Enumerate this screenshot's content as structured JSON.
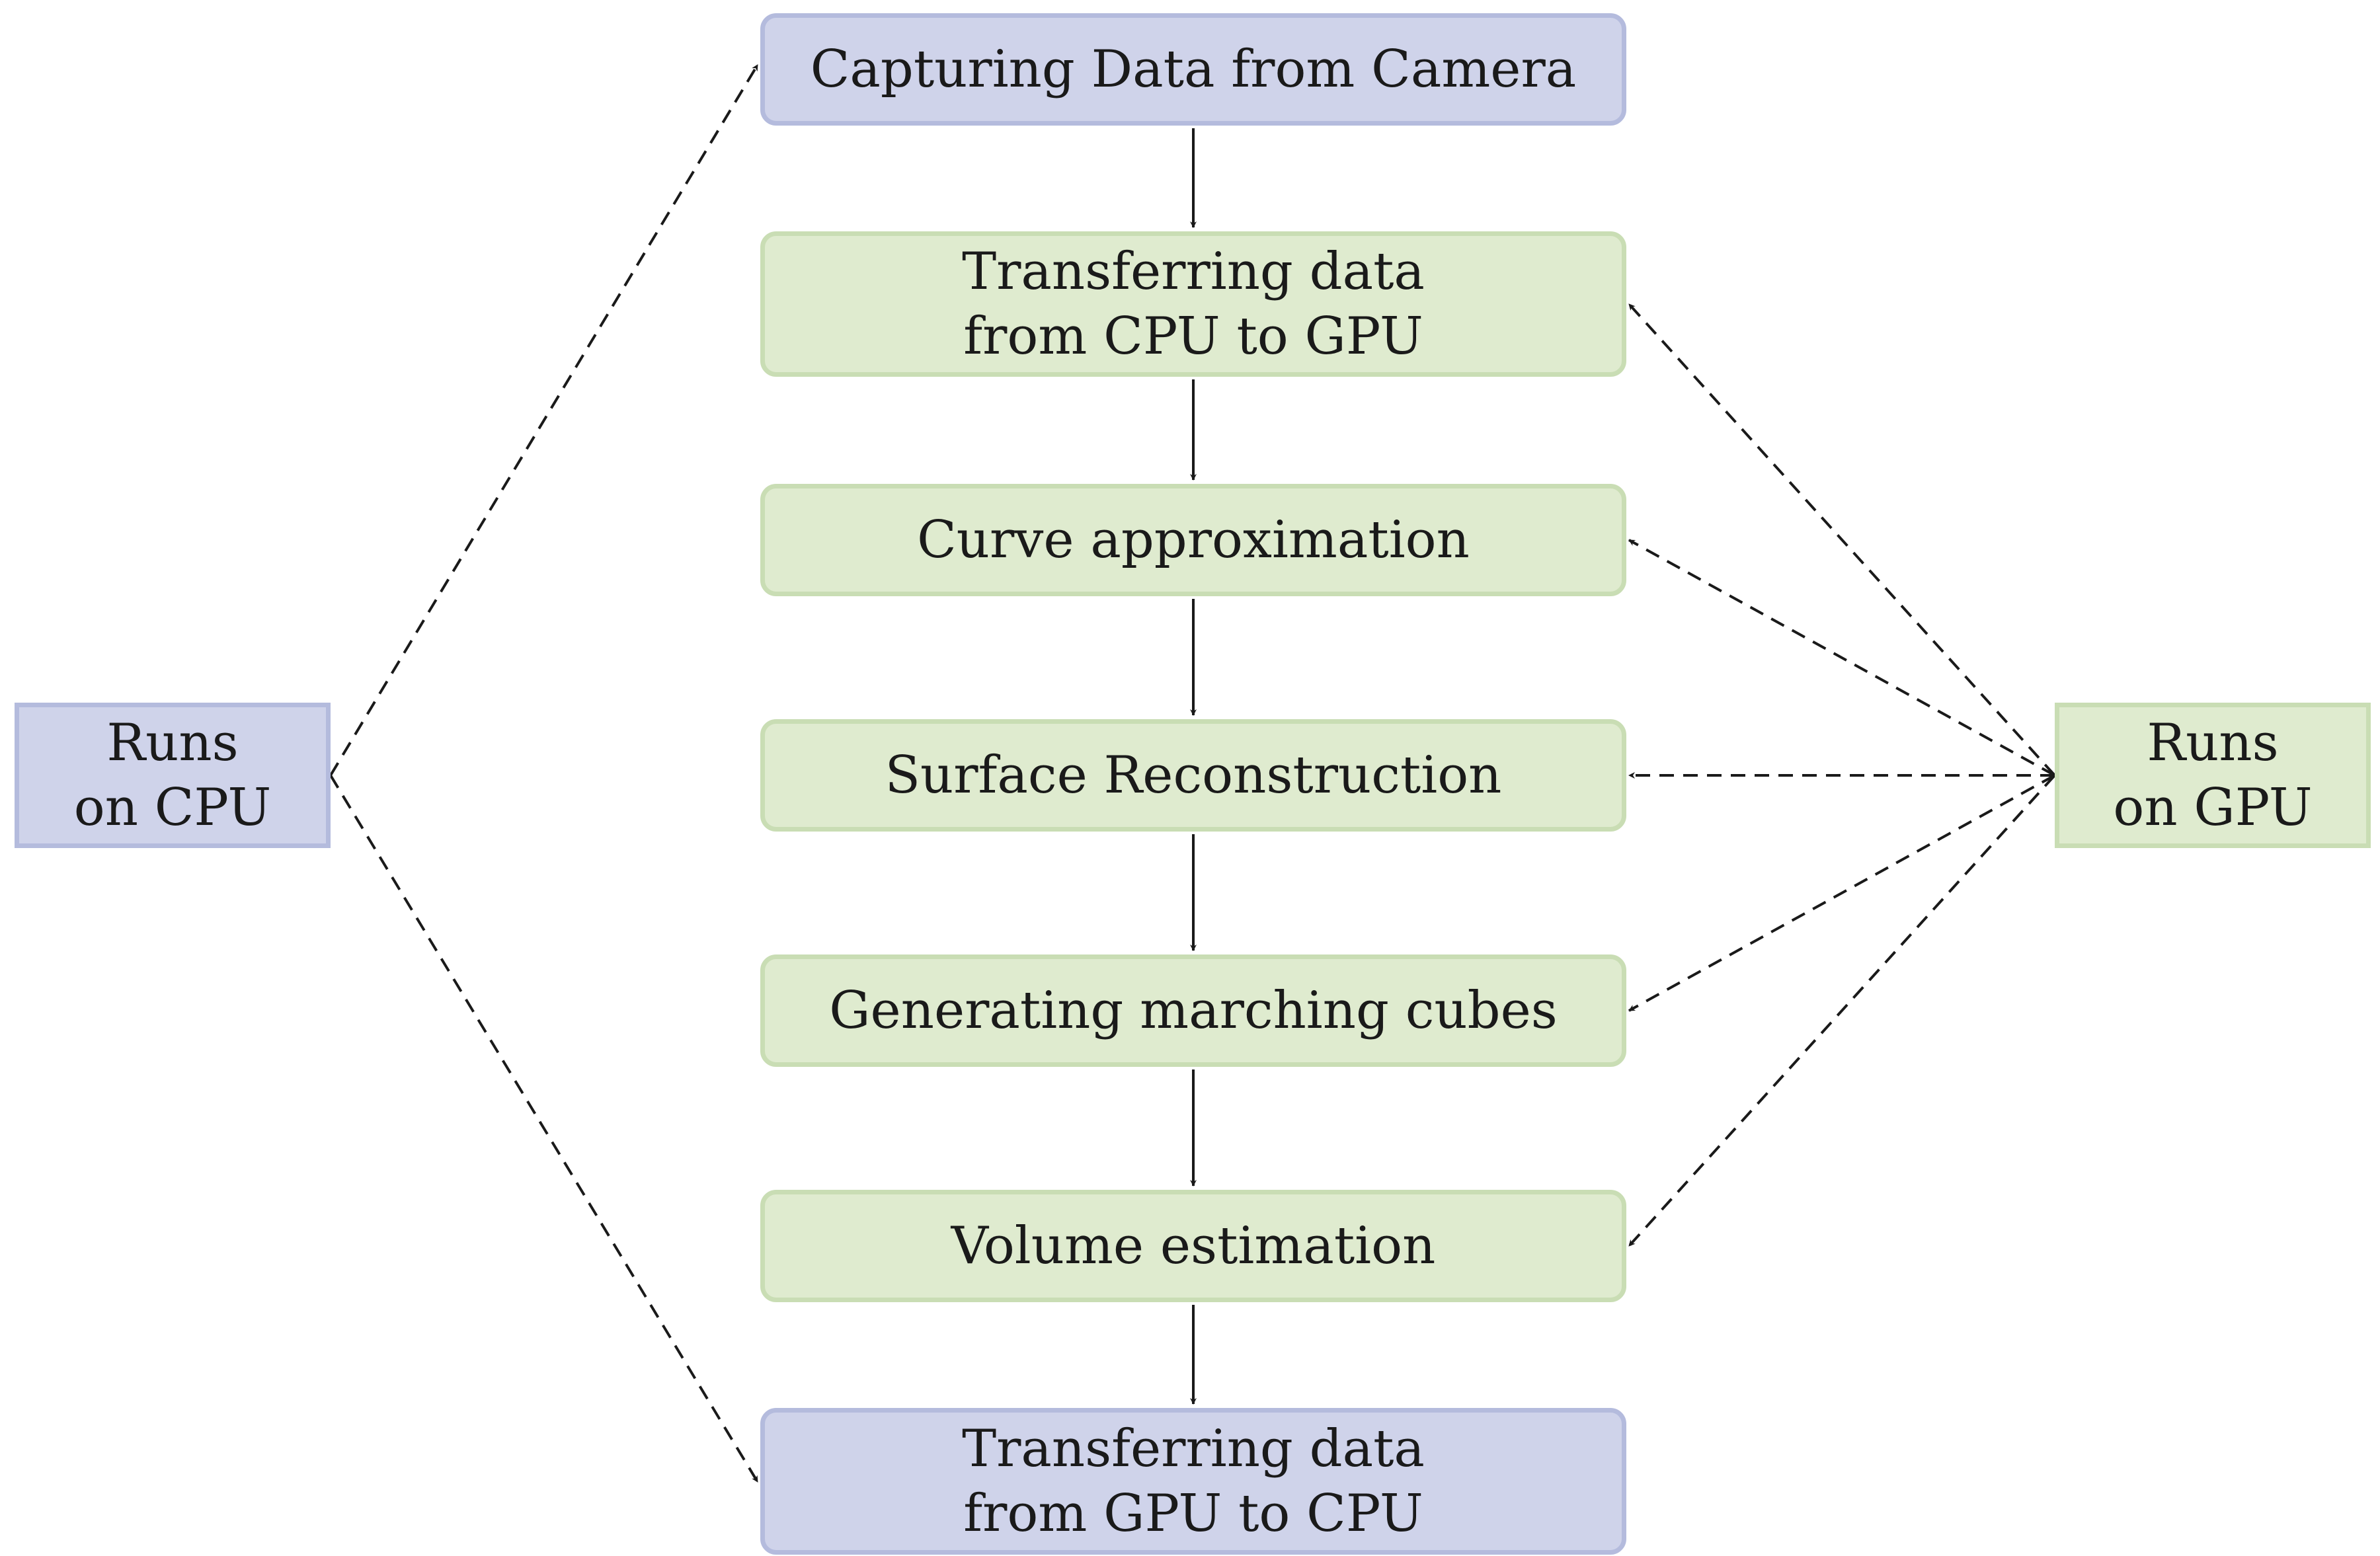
{
  "colors": {
    "cpu_fill": "#cfd3ea",
    "cpu_border": "#b4bbdd",
    "gpu_fill": "#dfebcf",
    "gpu_border": "#c9ddb4",
    "arrow": "#1a1a1a"
  },
  "steps": [
    {
      "id": "capture",
      "lines": [
        "Capturing Data from Camera"
      ],
      "device": "cpu"
    },
    {
      "id": "cpu-to-gpu",
      "lines": [
        "Transferring data",
        "from CPU to GPU"
      ],
      "device": "gpu"
    },
    {
      "id": "curve",
      "lines": [
        "Curve approximation"
      ],
      "device": "gpu"
    },
    {
      "id": "surface",
      "lines": [
        "Surface Reconstruction"
      ],
      "device": "gpu"
    },
    {
      "id": "marching",
      "lines": [
        "Generating marching cubes"
      ],
      "device": "gpu"
    },
    {
      "id": "volume",
      "lines": [
        "Volume estimation"
      ],
      "device": "gpu"
    },
    {
      "id": "gpu-to-cpu",
      "lines": [
        "Transferring data",
        "from GPU to CPU"
      ],
      "device": "cpu"
    }
  ],
  "legend": {
    "cpu": {
      "lines": [
        "Runs",
        "on CPU"
      ]
    },
    "gpu": {
      "lines": [
        "Runs",
        "on GPU"
      ]
    }
  }
}
